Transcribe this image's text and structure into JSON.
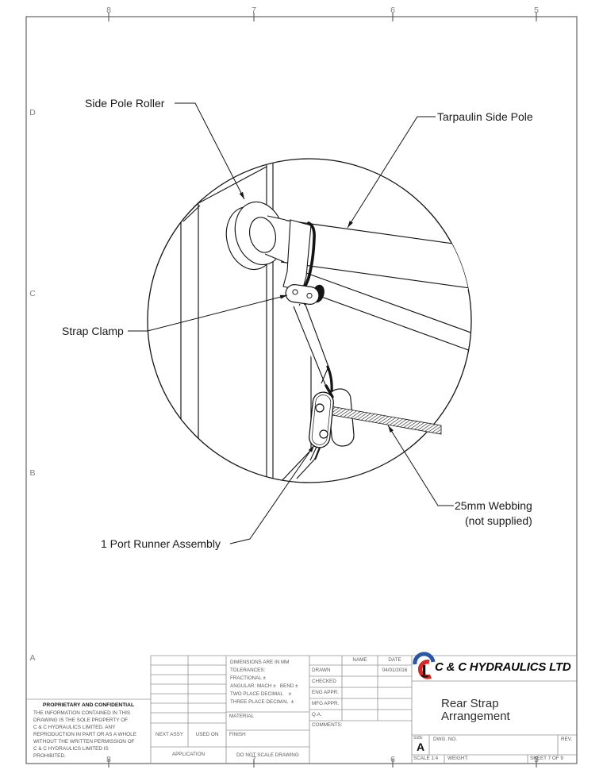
{
  "frame": {
    "top_zones": [
      "8",
      "7",
      "6",
      "5"
    ],
    "bottom_zones": [
      "8",
      "7",
      "6",
      "5"
    ],
    "left_zones": [
      "D",
      "C",
      "B",
      "A"
    ]
  },
  "callouts": {
    "side_pole_roller": "Side Pole Roller",
    "tarpaulin_side_pole": "Tarpaulin Side Pole",
    "strap_clamp": "Strap Clamp",
    "port_runner": "1 Port Runner Assembly",
    "webbing_line1": "25mm Webbing",
    "webbing_line2": "(not supplied)"
  },
  "title_block": {
    "proprietary_heading": "PROPRIETARY AND CONFIDENTIAL",
    "proprietary_lines": [
      "THE INFORMATION CONTAINED IN THIS",
      "DRAWING IS THE SOLE PROPERTY OF",
      "C & C HYDRAULICS LIMITED.  ANY",
      "REPRODUCTION IN PART OR AS A WHOLE",
      "WITHOUT THE WRITTEN PERMISSION OF",
      "C & C HYDRAULICS LIMITED IS",
      "PROHIBITED."
    ],
    "next_assy": "NEXT ASSY",
    "used_on": "USED ON",
    "application": "APPLICATION",
    "tolerance_lines": [
      "DIMENSIONS ARE IN MM",
      "TOLERANCES:",
      "FRACTIONAL ±",
      "ANGULAR: MACH ±   BEND ±",
      "TWO PLACE DECIMAL    ±",
      "THREE PLACE DECIMAL  ±"
    ],
    "material": "MATERIAL",
    "finish": "FINISH",
    "do_not_scale": "DO  NOT  SCALE  DRAWING",
    "name_header": "NAME",
    "date_header": "DATE",
    "approval_rows": [
      {
        "label": "DRAWN",
        "date": "04/01/2016"
      },
      {
        "label": "CHECKED",
        "date": ""
      },
      {
        "label": "ENG APPR.",
        "date": ""
      },
      {
        "label": "MFG APPR.",
        "date": ""
      },
      {
        "label": "Q.A.",
        "date": ""
      }
    ],
    "comments": "COMMENTS:",
    "company": "C & C HYDRAULICS LTD",
    "title_line1": "Rear Strap",
    "title_line2": "Arrangement",
    "size_label": "SIZE",
    "size_value": "A",
    "dwg_label": "DWG.  NO.",
    "rev_label": "REV.",
    "scale": "SCALE 1:4",
    "weight": "WEIGHT:",
    "sheet": "SHEET 7 OF 9"
  },
  "colors": {
    "logo_red": "#d42b26",
    "logo_blue": "#2b55a5",
    "drawing_line": "#141414",
    "block_line": "#909090"
  }
}
